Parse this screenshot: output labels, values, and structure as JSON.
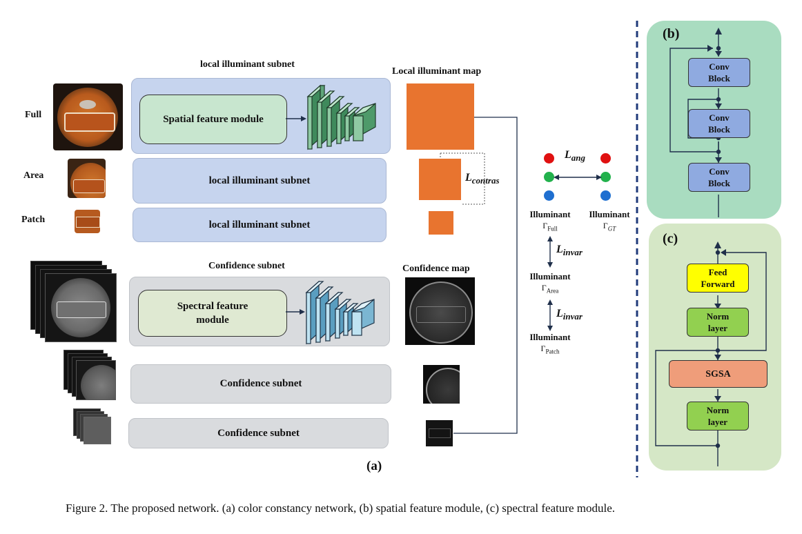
{
  "panel_a": {
    "header_local": "local illuminant subnet",
    "header_confidence": "Confidence subnet",
    "row_labels": [
      "Full",
      "Area",
      "Patch"
    ],
    "spatial_module": "Spatial feature module",
    "spectral_module": "Spectral feature module",
    "local_subnet_label": "local illuminant subnet",
    "confidence_subnet_label": "Confidence subnet",
    "local_map_label": "Local illuminant map",
    "confidence_map_label": "Confidence map",
    "panel_label": "(a)",
    "colors": {
      "orange": "#e8742f",
      "subnet_blue": "#c6d4ee",
      "subnet_gray": "#d9dbde"
    }
  },
  "losses": {
    "ang": "L",
    "ang_sub": "ang",
    "contras": "L",
    "contras_sub": "contras",
    "invar": "L",
    "invar_sub": "invar"
  },
  "illuminants": {
    "word": "Illuminant",
    "full": "Γ",
    "full_sub": "Full",
    "gt": "Γ",
    "gt_sub": "GT",
    "area": "Γ",
    "area_sub": "Area",
    "patch": "Γ",
    "patch_sub": "Patch",
    "dot_colors": [
      "#e01010",
      "#22b14c",
      "#1f6fd0"
    ]
  },
  "panel_b": {
    "label": "(b)",
    "block_label": "Conv Block",
    "color": "#a9dcc0"
  },
  "panel_c": {
    "label": "(c)",
    "feed_forward": "Feed Forward",
    "norm_layer": "Norm layer",
    "sgsa": "SGSA",
    "color": "#d5e7c6"
  },
  "caption": "Figure 2. The proposed network. (a) color constancy network, (b) spatial feature module, (c) spectral feature module."
}
